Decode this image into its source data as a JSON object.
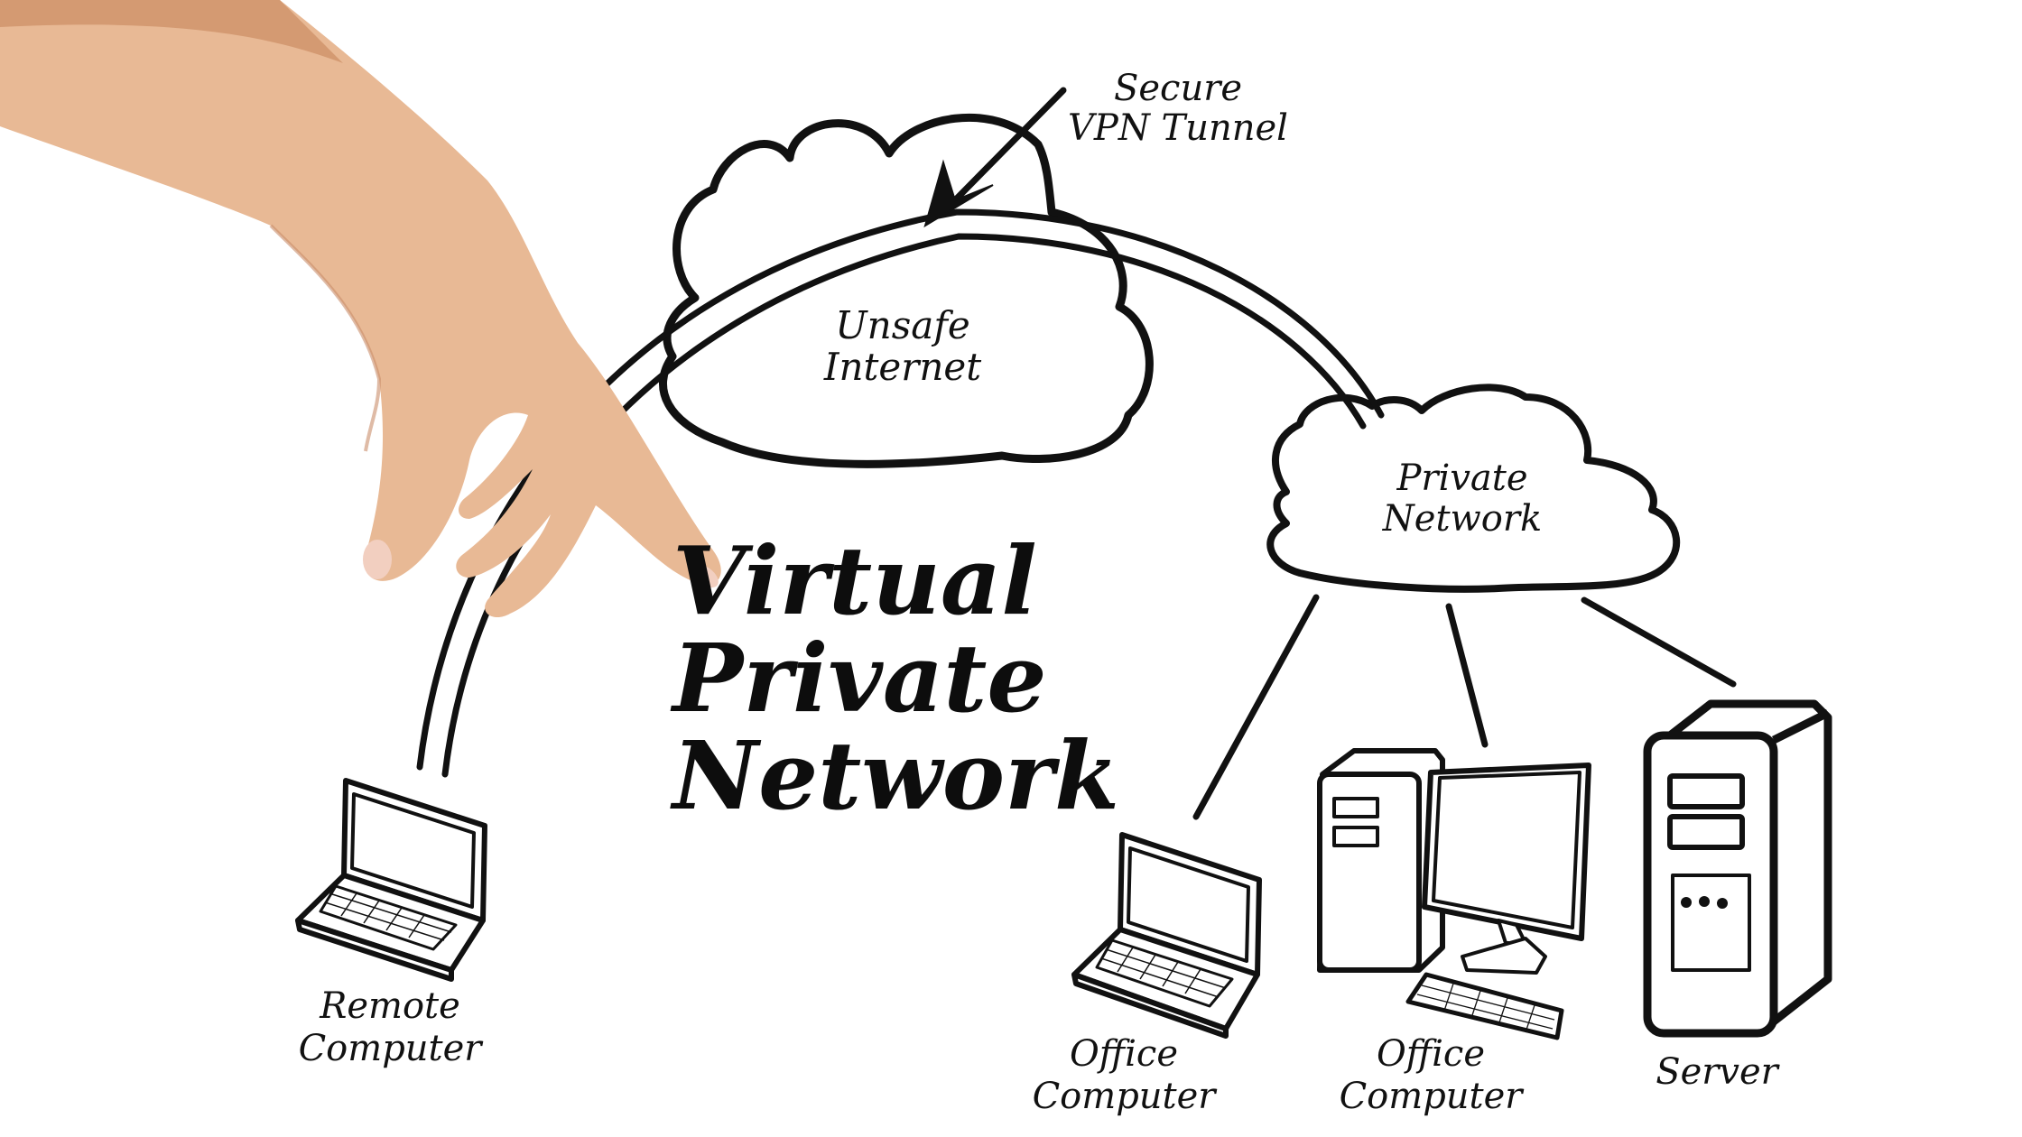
{
  "diagram": {
    "title": {
      "line1": "Virtual",
      "line2": "Private",
      "line3": "Network"
    },
    "clouds": {
      "unsafe_internet": {
        "line1": "Unsafe",
        "line2": "Internet"
      },
      "private_network": {
        "line1": "Private",
        "line2": "Network"
      }
    },
    "annotation": {
      "line1": "Secure",
      "line2": "VPN Tunnel"
    },
    "devices": [
      {
        "type": "laptop",
        "line1": "Remote",
        "line2": "Computer"
      },
      {
        "type": "laptop",
        "line1": "Office",
        "line2": "Computer"
      },
      {
        "type": "desktop",
        "line1": "Office",
        "line2": "Computer"
      },
      {
        "type": "server",
        "line1": "Server",
        "line2": ""
      }
    ],
    "colors": {
      "ink": "#111111",
      "background": "#ffffff",
      "skin": "#e8b995",
      "skin_shadow": "#c98e6a"
    }
  }
}
